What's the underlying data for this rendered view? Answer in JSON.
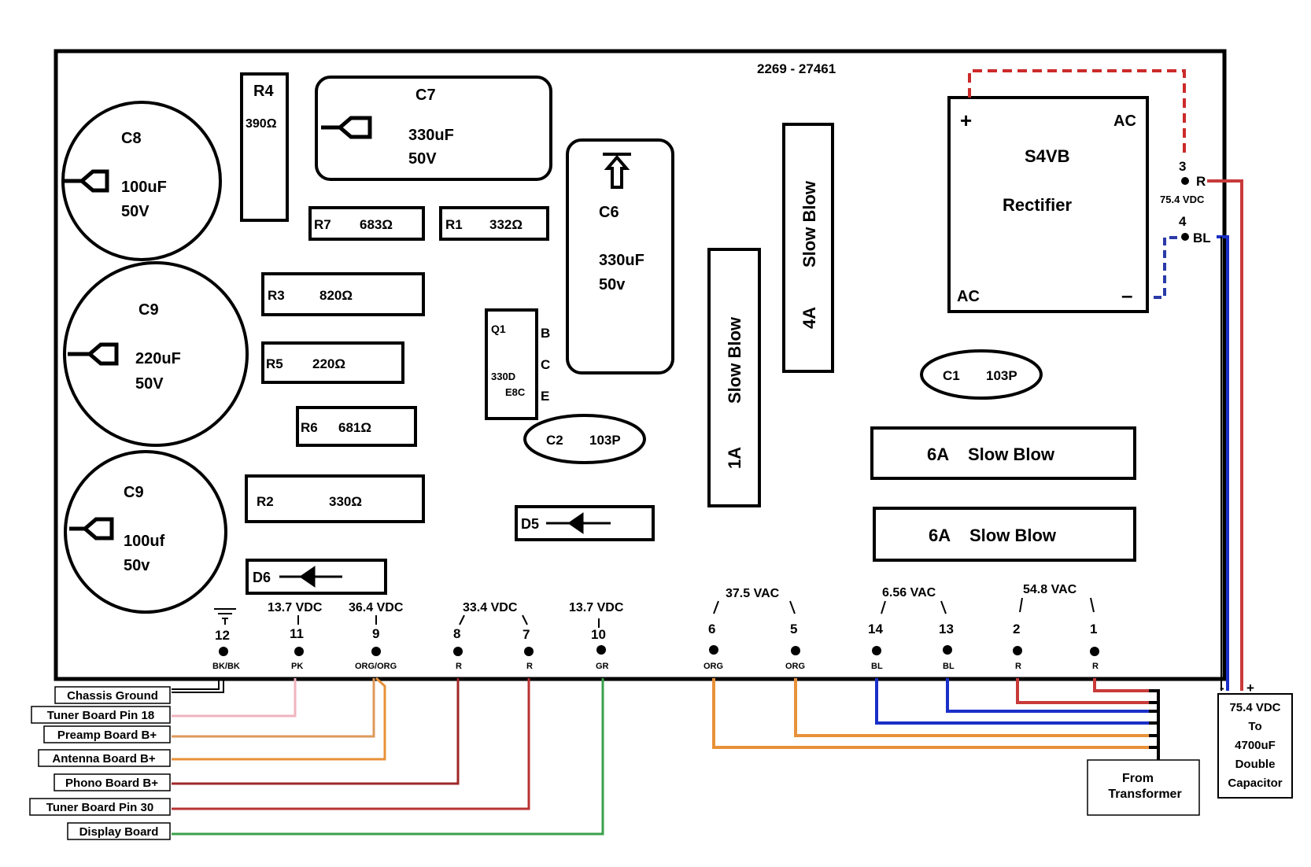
{
  "board_id": "2269 - 27461",
  "components": {
    "c8": {
      "name": "C8",
      "value": "100uF",
      "voltage": "50V"
    },
    "c9a": {
      "name": "C9",
      "value": "220uF",
      "voltage": "50V"
    },
    "c9b": {
      "name": "C9",
      "value": "100uf",
      "voltage": "50v"
    },
    "r4": {
      "name": "R4",
      "value": "390Ω"
    },
    "c7": {
      "name": "C7",
      "value": "330uF",
      "voltage": "50V"
    },
    "r7": {
      "name": "R7",
      "value": "683Ω"
    },
    "r1": {
      "name": "R1",
      "value": "332Ω"
    },
    "r3": {
      "name": "R3",
      "value": "820Ω"
    },
    "r5": {
      "name": "R5",
      "value": "220Ω"
    },
    "r6": {
      "name": "R6",
      "value": "681Ω"
    },
    "r2": {
      "name": "R2",
      "value": "330Ω"
    },
    "d6": {
      "name": "D6"
    },
    "d5": {
      "name": "D5"
    },
    "q1": {
      "name": "Q1",
      "part": "330D",
      "code": "E8C",
      "pin_b": "B",
      "pin_c": "C",
      "pin_e": "E"
    },
    "c6": {
      "name": "C6",
      "value": "330uF",
      "voltage": "50v"
    },
    "c2": {
      "name": "C2",
      "value": "103P"
    },
    "c1": {
      "name": "C1",
      "value": "103P"
    },
    "fuse_1a": {
      "rating": "1A",
      "type": "Slow Blow"
    },
    "fuse_4a": {
      "rating": "4A",
      "type": "Slow Blow"
    },
    "fuse_6a_1": {
      "rating": "6A",
      "type": "Slow Blow"
    },
    "fuse_6a_2": {
      "rating": "6A",
      "type": "Slow Blow"
    },
    "rectifier": {
      "name": "S4VB",
      "label": "Rectifier",
      "plus": "+",
      "minus": "–",
      "ac_top": "AC",
      "ac_bottom": "AC"
    }
  },
  "rectifier_out": {
    "pin3": "3",
    "pin3_wire": "R",
    "voltage": "75.4 VDC",
    "pin4": "4",
    "pin4_wire": "BL",
    "minus_sign": "-",
    "plus_sign": "+"
  },
  "pins": [
    {
      "num": "12",
      "wire": "BK/BK",
      "voltage": ""
    },
    {
      "num": "11",
      "wire": "PK",
      "voltage": "13.7 VDC"
    },
    {
      "num": "9",
      "wire": "ORG/ORG",
      "voltage": "36.4 VDC"
    },
    {
      "num": "8",
      "wire": "R",
      "voltage": ""
    },
    {
      "num": "7",
      "wire": "R",
      "voltage": ""
    },
    {
      "num": "10",
      "wire": "GR",
      "voltage": "13.7 VDC"
    },
    {
      "num": "6",
      "wire": "ORG",
      "voltage": ""
    },
    {
      "num": "5",
      "wire": "ORG",
      "voltage": ""
    },
    {
      "num": "14",
      "wire": "BL",
      "voltage": ""
    },
    {
      "num": "13",
      "wire": "BL",
      "voltage": ""
    },
    {
      "num": "2",
      "wire": "R",
      "voltage": ""
    },
    {
      "num": "1",
      "wire": "R",
      "voltage": ""
    }
  ],
  "pair_voltages": {
    "p8_7": "33.4 VDC",
    "p6_5": "37.5 VAC",
    "p14_13": "6.56 VAC",
    "p2_1": "54.8 VAC"
  },
  "destinations": [
    "Chassis Ground",
    "Tuner Board Pin 18",
    "Preamp Board B+",
    "Antenna Board B+",
    "Phono Board B+",
    "Tuner Board Pin 30",
    "Display Board"
  ],
  "from_transformer": [
    "From",
    "Transformer"
  ],
  "output_box": [
    "75.4 VDC",
    "To",
    "4700uF",
    "Double",
    "Capacitor"
  ],
  "colors": {
    "red": "#b83232",
    "dark_red": "#a02828",
    "blue": "#1a2fc8",
    "orange": "#e8913a",
    "pink": "#f0b4c0",
    "green": "#3aa04a",
    "dashed_red": "#cc2a2a",
    "dashed_blue": "#2a3aa8"
  }
}
